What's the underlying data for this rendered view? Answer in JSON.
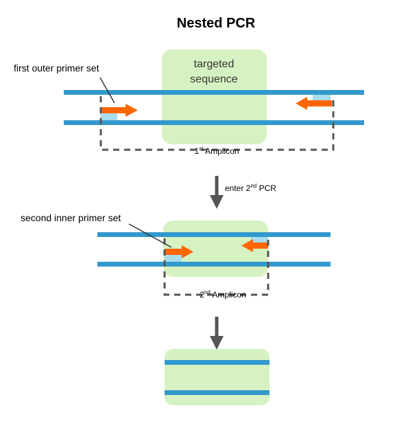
{
  "title": "Nested PCR",
  "labels": {
    "outer_primer": "first outer primer set",
    "inner_primer": "second inner primer set",
    "targeted_line1": "targeted",
    "targeted_line2": "sequence",
    "amplicon1_number": "1",
    "amplicon1_sup": "st",
    "amplicon1_word": " Amplicon",
    "enter_prefix": "enter 2",
    "enter_sup": "nd",
    "enter_suffix": " PCR",
    "amplicon2_number": "2",
    "amplicon2_sup": "nd",
    "amplicon2_word": " Amplicon"
  },
  "colors": {
    "strand": "#3399cc",
    "target": "#d6f2c2",
    "primer": "#ff6600",
    "primer_site": "#a9dcef",
    "dashed": "#555555",
    "arrow": "#555555"
  }
}
